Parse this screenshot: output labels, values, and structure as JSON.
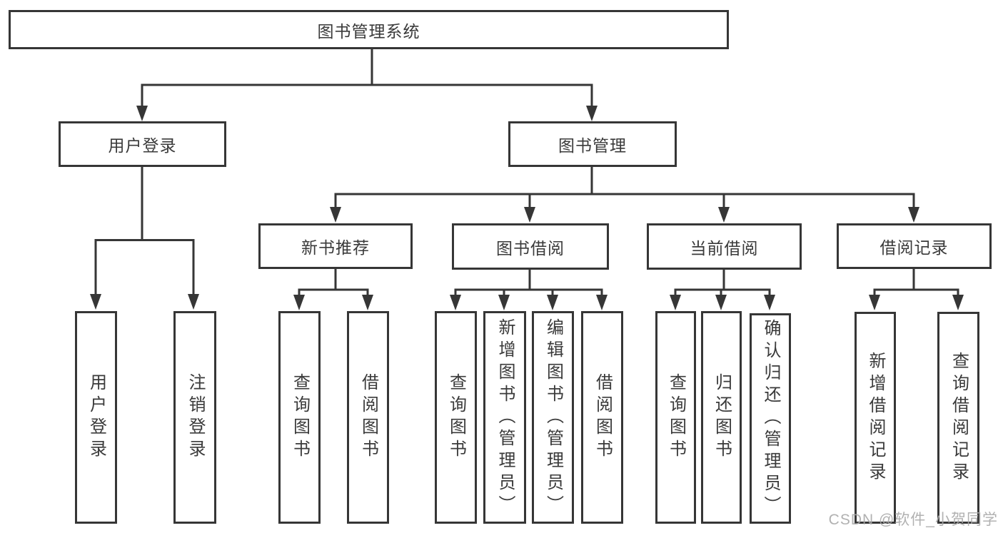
{
  "diagram": {
    "root": {
      "label": "图书管理系统"
    },
    "branches": [
      {
        "label": "用户登录",
        "children": [
          {
            "label": "用户登录"
          },
          {
            "label": "注销登录"
          }
        ]
      },
      {
        "label": "图书管理",
        "children": [
          {
            "label": "新书推荐",
            "children": [
              {
                "label": "查询图书"
              },
              {
                "label": "借阅图书"
              }
            ]
          },
          {
            "label": "图书借阅",
            "children": [
              {
                "label": "查询图书"
              },
              {
                "label": "新增图书（管理员）"
              },
              {
                "label": "编辑图书（管理员）"
              },
              {
                "label": "借阅图书"
              }
            ]
          },
          {
            "label": "当前借阅",
            "children": [
              {
                "label": "查询图书"
              },
              {
                "label": "归还图书"
              },
              {
                "label": "确认归还（管理员）"
              }
            ]
          },
          {
            "label": "借阅记录",
            "children": [
              {
                "label": "新增借阅记录"
              },
              {
                "label": "查询借阅记录"
              }
            ]
          }
        ]
      }
    ]
  },
  "watermark": {
    "text": "CSDN @软件_小贺同学"
  },
  "colors": {
    "line": "#363636",
    "text": "#3a3a3a",
    "watermark": "#a8a8a8",
    "background": "#ffffff"
  }
}
